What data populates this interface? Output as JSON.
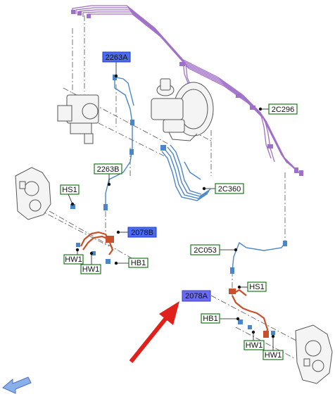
{
  "diagram": {
    "callouts": {
      "c2263A": "2263A",
      "c2C296": "2C296",
      "c2263B": "2263B",
      "c2C360": "2C360",
      "c2078B": "2078B",
      "c2C053": "2C053",
      "c2078A": "2078A",
      "hs1_left": "HS1",
      "hw1_left_a": "HW1",
      "hw1_left_b": "HW1",
      "hb1_left": "HB1",
      "hs1_right": "HS1",
      "hb1_right": "HB1",
      "hw1_right_a": "HW1",
      "hw1_right_b": "HW1"
    },
    "colors": {
      "callout_fill": "#4c6cf0",
      "callout_highlight": "#6a6af4",
      "callout_border": "#1a7a1a",
      "purple_lines": "#a070c8",
      "blue_lines": "#4a86c8",
      "red_hose": "#c8502a",
      "arrow_red": "#e0201a",
      "parts_gray": "#555555",
      "dash_line": "#555555",
      "nav_arrow": "#6a9ae0"
    },
    "icons": {
      "nav_arrow": "left-arrow-icon",
      "pointer_arrow": "red-pointer-arrow-icon"
    }
  }
}
